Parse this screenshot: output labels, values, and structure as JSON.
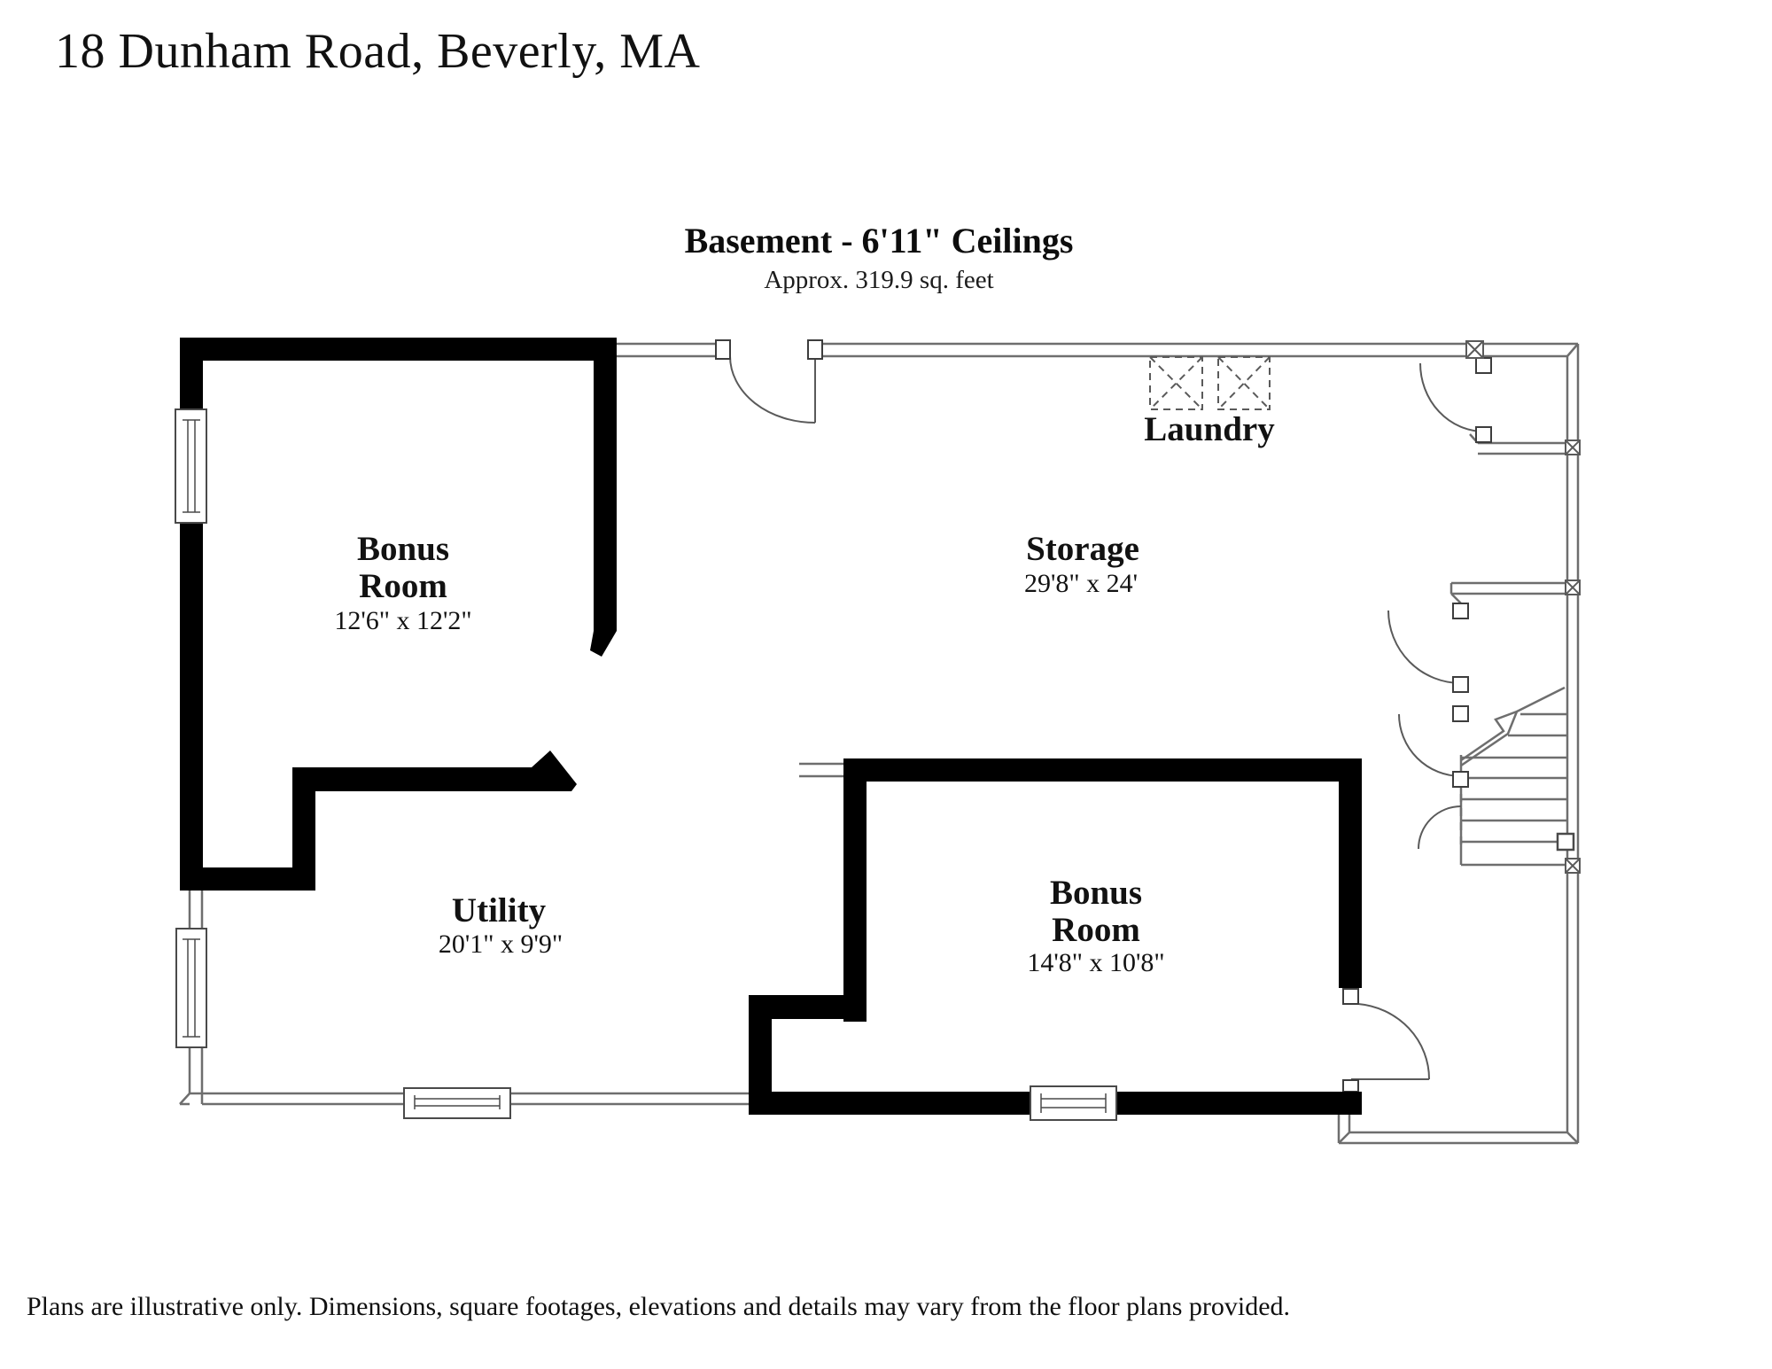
{
  "page": {
    "title": "18 Dunham Road, Beverly, MA"
  },
  "plan": {
    "heading": "Basement - 6'11\" Ceilings",
    "subheading": "Approx. 319.9 sq. feet",
    "rooms": [
      {
        "id": "bonus-room-1",
        "name_line1": "Bonus",
        "name_line2": "Room",
        "dims": "12'6\" x 12'2\""
      },
      {
        "id": "storage",
        "name": "Storage",
        "dims": "29'8\" x 24'"
      },
      {
        "id": "laundry",
        "name": "Laundry"
      },
      {
        "id": "utility",
        "name": "Utility",
        "dims": "20'1\" x 9'9\""
      },
      {
        "id": "bonus-room-2",
        "name_line1": "Bonus",
        "name_line2": "Room",
        "dims": "14'8\" x 10'8\""
      }
    ],
    "colors": {
      "wall": "#000000",
      "thin_wall": "#6e6e6e",
      "door": "#5a5a5a",
      "text": "#121212"
    }
  },
  "footer": {
    "disclaimer": "Plans are illustrative only. Dimensions, square footages, elevations and details may vary from the floor plans provided."
  }
}
